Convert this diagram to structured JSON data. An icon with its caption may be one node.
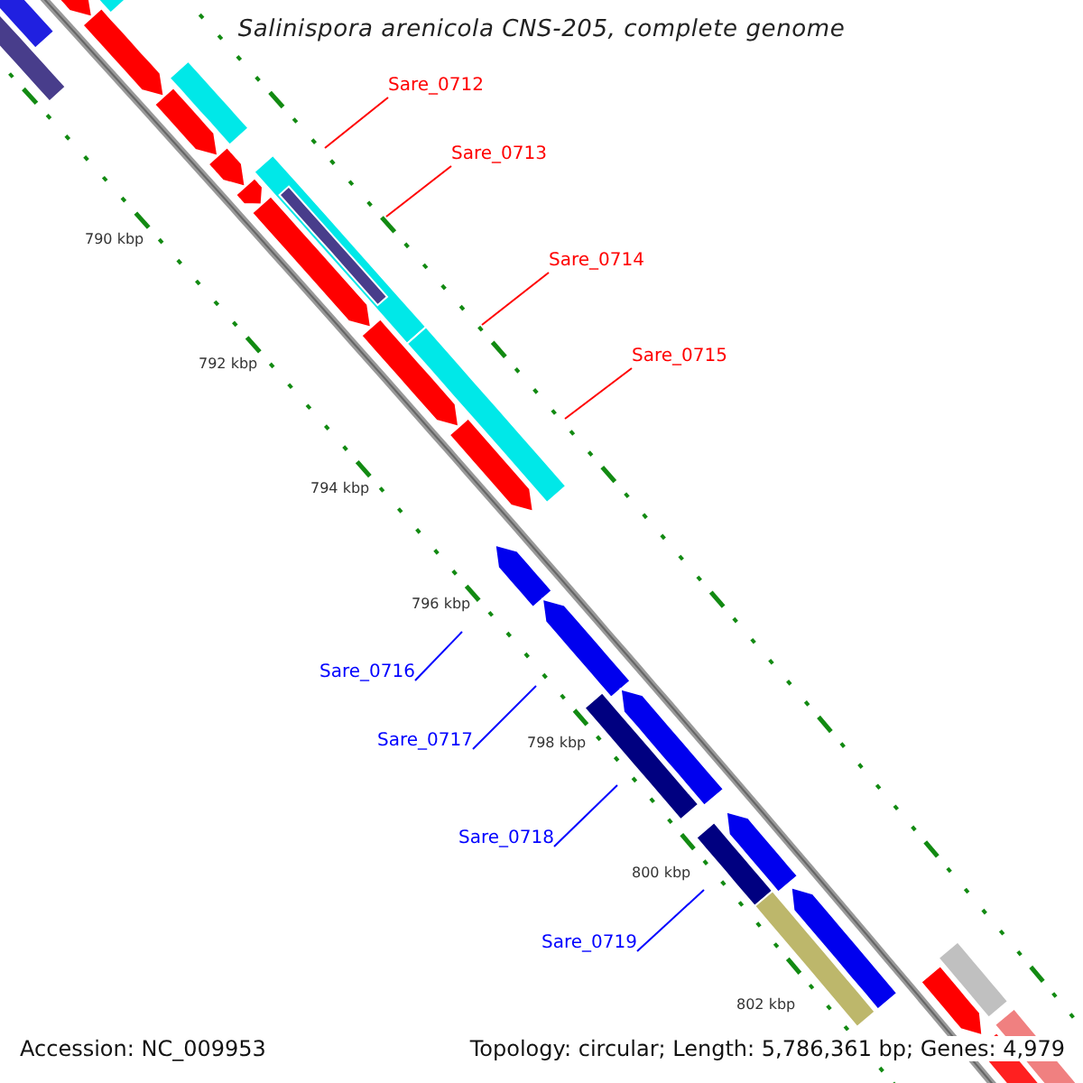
{
  "diagram": {
    "title": "Salinispora arenicola CNS-205, complete genome",
    "nodes": [
      {
        "text": [
          "Sare_0712"
        ]
      },
      {
        "text": [
          "Sare_0713"
        ]
      },
      {
        "text": [
          "Sare_0714"
        ]
      },
      {
        "text": [
          "Sare_0715"
        ]
      },
      {
        "text": [
          "Sare_0716"
        ]
      },
      {
        "text": [
          "Sare_0717"
        ]
      },
      {
        "text": [
          "Sare_0718"
        ]
      },
      {
        "text": [
          "Sare_0719"
        ]
      }
    ],
    "edges": [
      {
        "from": 0,
        "to": null,
        "arrow": "none",
        "color": "#ff0000"
      },
      {
        "from": 1,
        "to": null,
        "arrow": "none",
        "color": "#ff0000"
      },
      {
        "from": 2,
        "to": null,
        "arrow": "none",
        "color": "#ff0000"
      },
      {
        "from": 3,
        "to": null,
        "arrow": "none",
        "color": "#ff0000"
      },
      {
        "from": 4,
        "to": null,
        "arrow": "none",
        "color": "#0000ff"
      },
      {
        "from": 5,
        "to": null,
        "arrow": "none",
        "color": "#0000ff"
      },
      {
        "from": 6,
        "to": null,
        "arrow": "none",
        "color": "#0000ff"
      },
      {
        "from": 7,
        "to": null,
        "arrow": "none",
        "color": "#0000ff"
      }
    ],
    "labels": [
      "790 kbp",
      "792 kbp",
      "794 kbp",
      "796 kbp",
      "798 kbp",
      "800 kbp",
      "802 kbp",
      "Accession: NC_009953",
      "Topology: circular; Length: 5,786,361 bp; Genes: 4,979"
    ]
  }
}
